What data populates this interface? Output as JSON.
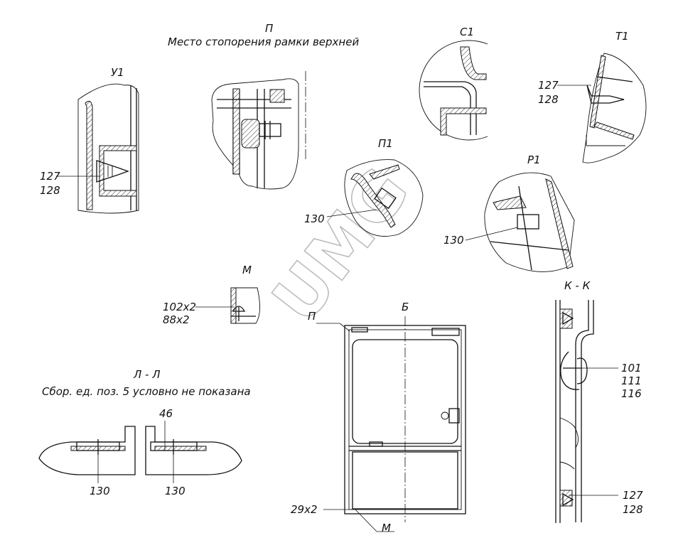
{
  "views": {
    "P": {
      "title": "П",
      "caption": "Место стопорения рамки верхней"
    },
    "U1": {
      "title": "У1",
      "callouts": [
        "127",
        "128"
      ]
    },
    "C1": {
      "title": "С1"
    },
    "T1": {
      "title": "Т1",
      "callouts": [
        "127",
        "128"
      ]
    },
    "P1": {
      "title": "П1",
      "callouts": [
        "130"
      ]
    },
    "R1": {
      "title": "Р1",
      "callouts": [
        "130"
      ]
    },
    "M": {
      "title": "М",
      "callouts": [
        "102х2",
        "88х2"
      ]
    },
    "LL": {
      "title": "Л - Л",
      "caption": "Сбор. ед. поз. 5 условно не показана",
      "callouts": [
        "46",
        "130",
        "130"
      ]
    },
    "B": {
      "title": "Б",
      "callouts": [
        "П",
        "29х2",
        "М"
      ]
    },
    "KK": {
      "title": "К - К",
      "callouts": [
        "101",
        "111",
        "116",
        "127",
        "128"
      ]
    }
  },
  "watermark": "UMG",
  "colors": {
    "line": "#111111",
    "watermark": "#bdbdbd",
    "background": "#ffffff"
  }
}
